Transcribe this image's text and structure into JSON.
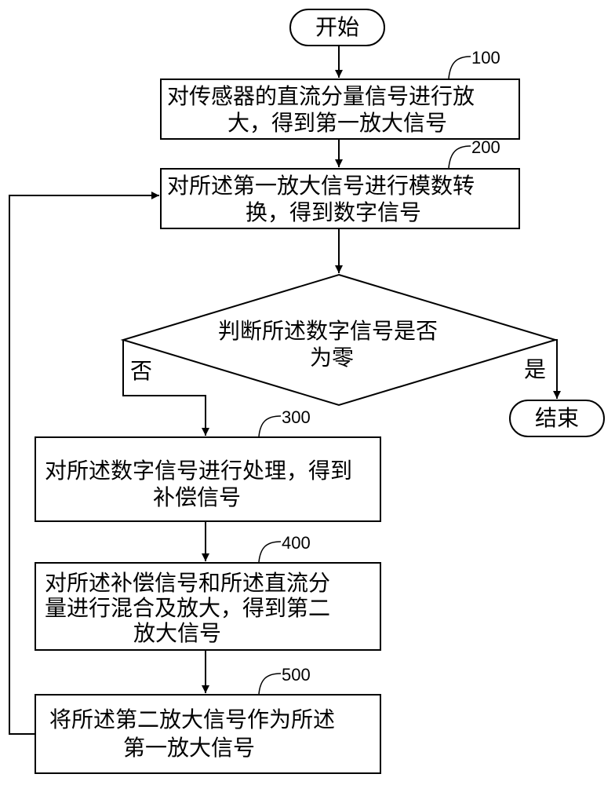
{
  "flowchart": {
    "start": "开始",
    "end": "结束",
    "steps": [
      {
        "ref": "100",
        "lines": [
          "对传感器的直流分量信号进行放",
          "大，得到第一放大信号"
        ]
      },
      {
        "ref": "200",
        "lines": [
          "对所述第一放大信号进行模数转",
          "换，得到数字信号"
        ]
      },
      {
        "ref": "300",
        "lines": [
          "对所述数字信号进行处理，得到",
          "补偿信号"
        ]
      },
      {
        "ref": "400",
        "lines": [
          "对所述补偿信号和所述直流分",
          "量进行混合及放大，得到第二",
          "放大信号"
        ]
      },
      {
        "ref": "500",
        "lines": [
          "将所述第二放大信号作为所述",
          "第一放大信号"
        ]
      }
    ],
    "decision": {
      "lines": [
        "判断所述数字信号是否",
        "为零"
      ],
      "no": "否",
      "yes": "是"
    }
  }
}
